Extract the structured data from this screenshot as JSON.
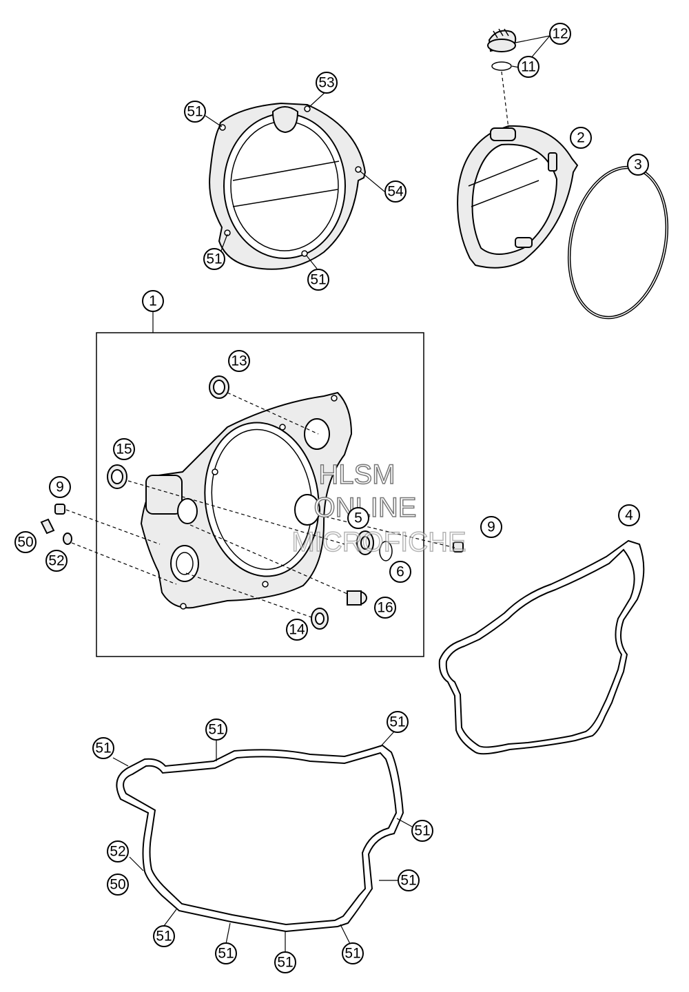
{
  "callouts": [
    {
      "id": "c1",
      "label": "1"
    },
    {
      "id": "c2",
      "label": "2"
    },
    {
      "id": "c3",
      "label": "3"
    },
    {
      "id": "c4",
      "label": "4"
    },
    {
      "id": "c5",
      "label": "5"
    },
    {
      "id": "c6",
      "label": "6"
    },
    {
      "id": "c9a",
      "label": "9"
    },
    {
      "id": "c9b",
      "label": "9"
    },
    {
      "id": "c11",
      "label": "11"
    },
    {
      "id": "c12",
      "label": "12"
    },
    {
      "id": "c13",
      "label": "13"
    },
    {
      "id": "c14",
      "label": "14"
    },
    {
      "id": "c15",
      "label": "15"
    },
    {
      "id": "c16",
      "label": "16"
    },
    {
      "id": "c50a",
      "label": "50"
    },
    {
      "id": "c52a",
      "label": "52"
    },
    {
      "id": "c53",
      "label": "53"
    },
    {
      "id": "c54",
      "label": "54"
    },
    {
      "id": "c51a",
      "label": "51"
    },
    {
      "id": "c51b",
      "label": "51"
    },
    {
      "id": "c51c",
      "label": "51"
    },
    {
      "id": "c51d",
      "label": "51"
    },
    {
      "id": "c51e",
      "label": "51"
    },
    {
      "id": "c51f",
      "label": "51"
    },
    {
      "id": "c51g",
      "label": "51"
    },
    {
      "id": "c51h",
      "label": "51"
    },
    {
      "id": "c51i",
      "label": "51"
    },
    {
      "id": "c51j",
      "label": "51"
    },
    {
      "id": "c51k",
      "label": "51"
    },
    {
      "id": "c51l",
      "label": "51"
    },
    {
      "id": "c52b",
      "label": "52"
    },
    {
      "id": "c50b",
      "label": "50"
    }
  ],
  "watermark": {
    "line1": "HLSM",
    "line2": "ONLINE",
    "line3": "MICROFICHE"
  }
}
